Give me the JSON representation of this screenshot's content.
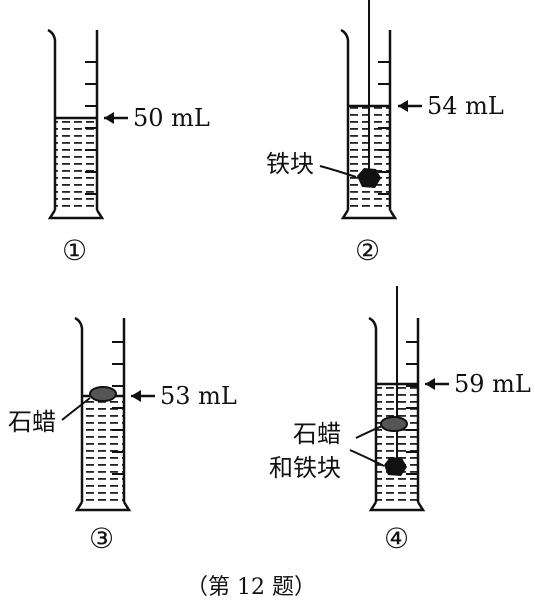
{
  "panels": [
    {
      "number": "①",
      "reading": "50 mL",
      "object_label": ""
    },
    {
      "number": "②",
      "reading": "54 mL",
      "object_label": "铁块"
    },
    {
      "number": "③",
      "reading": "53 mL",
      "object_label": "石蜡"
    },
    {
      "number": "④",
      "reading": "59 mL",
      "object_label_line1": "石蜡",
      "object_label_line2": "和铁块"
    }
  ],
  "caption": "（第 12 题）"
}
